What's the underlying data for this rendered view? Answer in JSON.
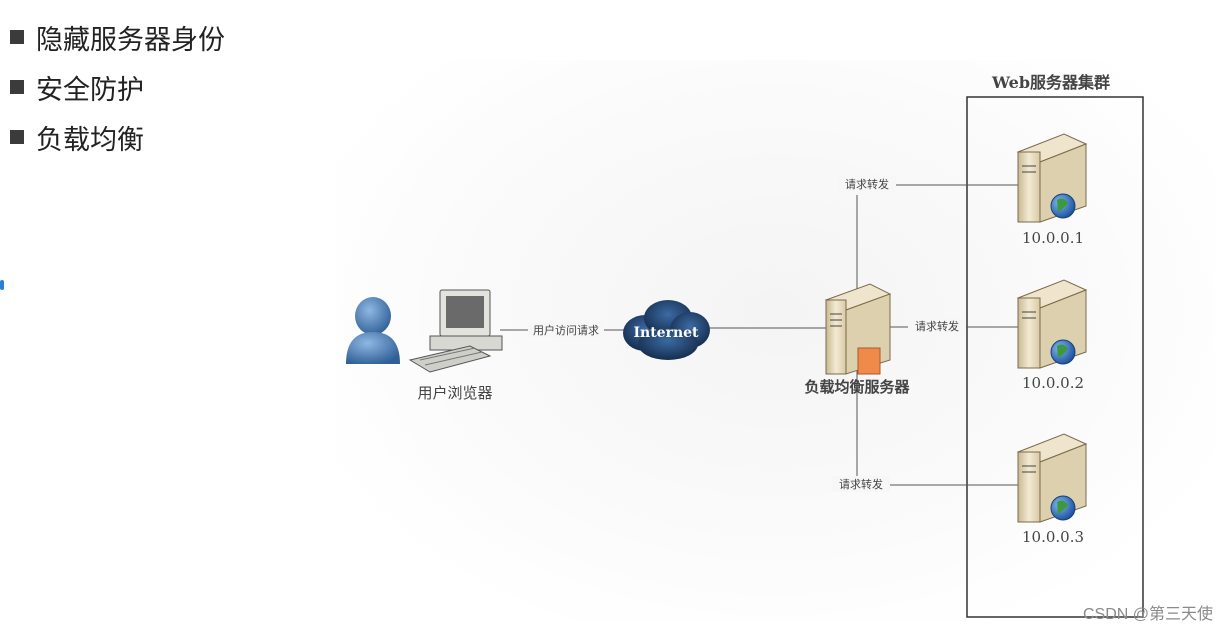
{
  "bullets": [
    "隐藏服务器身份",
    "安全防护",
    "负载均衡"
  ],
  "diagram": {
    "cluster_title": "Web服务器集群",
    "client_label": "用户浏览器",
    "request_label": "用户访问请求",
    "internet_label": "Internet",
    "lb_label": "负载均衡服务器",
    "forward_labels": [
      "请求转发",
      "请求转发",
      "请求转发"
    ],
    "servers": [
      "10.0.0.1",
      "10.0.0.2",
      "10.0.0.3"
    ]
  },
  "watermark": "CSDN @第三天使",
  "colors": {
    "person": "#4a7fb8",
    "cloud": "#1e3d66",
    "server_body": "#e8dcc0",
    "globe": "#2d6ec7",
    "lines": "#555555"
  }
}
